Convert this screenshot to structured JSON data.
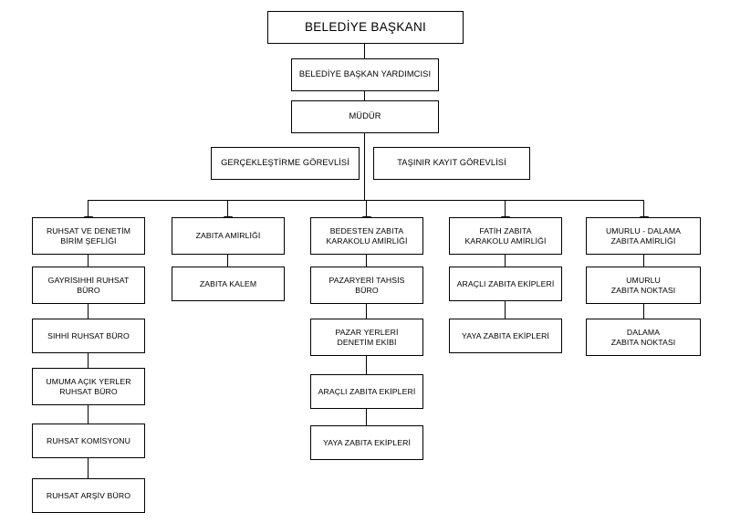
{
  "diagram": {
    "type": "organization-chart",
    "language": "tr",
    "title_node": "BELEDİYE BAŞKANI",
    "colors": {
      "background": "#ffffff",
      "border": "#000000",
      "text": "#000000"
    }
  },
  "nodes": {
    "root": {
      "label": "BELEDİYE BAŞKANI"
    },
    "deputy": {
      "label": "BELEDİYE BAŞKAN YARDIMCISI"
    },
    "director": {
      "label": "MÜDÜR"
    },
    "staff": [
      {
        "label": "GERÇEKLEŞTİRME GÖREVLİSİ"
      },
      {
        "label": "TAŞINIR KAYIT GÖREVLİSİ"
      }
    ]
  },
  "columns": [
    {
      "id": "col-1",
      "head": "RUHSAT VE DENETİM\nBİRİM ŞEFLİĞİ",
      "items": [
        "GAYRİSIHHİ RUHSAT\nBÜRO",
        "SIHHİ RUHSAT BÜRO",
        "UMUMA AÇIK YERLER\nRUHSAT BÜRO",
        "RUHSAT KOMİSYONU",
        "RUHSAT ARŞİV BÜRO"
      ]
    },
    {
      "id": "col-2",
      "head": "ZABITA AMİRLİĞİ",
      "items": [
        "ZABITA KALEM"
      ]
    },
    {
      "id": "col-3",
      "head": "BEDESTEN ZABITA\nKARAKOLU AMİRLİĞİ",
      "items": [
        "PAZARYERİ TAHSİS\nBÜRO",
        "PAZAR YERLERİ\nDENETİM EKİBİ",
        "ARAÇLI ZABITA EKİPLERİ",
        "YAYA ZABITA EKİPLERİ"
      ]
    },
    {
      "id": "col-4",
      "head": "FATİH ZABITA\nKARAKOLU AMİRLİĞİ",
      "items": [
        "ARAÇLI ZABITA EKİPLERİ",
        "YAYA ZABITA EKİPLERİ"
      ]
    },
    {
      "id": "col-5",
      "head": "UMURLU - DALAMA\nZABITA AMİRLİĞİ",
      "items": [
        "UMURLU\nZABITA NOKTASI",
        "DALAMA\nZABITA NOKTASI"
      ]
    }
  ]
}
